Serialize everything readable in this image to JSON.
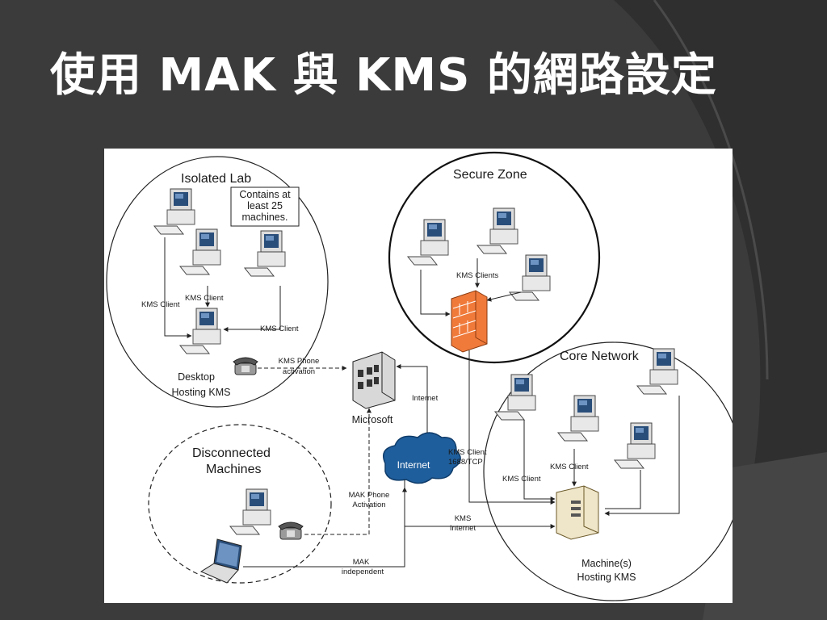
{
  "slide": {
    "title": "使用 MAK 與 KMS 的網路設定"
  },
  "diagram": {
    "zones": {
      "isolated_lab": "Isolated Lab",
      "secure_zone": "Secure Zone",
      "core_network": "Core Network",
      "disconnected_line1": "Disconnected",
      "disconnected_line2": "Machines"
    },
    "note": {
      "line1": "Contains at",
      "line2": "least 25",
      "line3": "machines."
    },
    "labels": {
      "kms_client_left": "KMS Client",
      "kms_client_mid": "KMS Client",
      "kms_client_right": "KMS Client",
      "desktop_line1": "Desktop",
      "desktop_line2": "Hosting KMS",
      "kms_phone_line1": "KMS Phone",
      "kms_phone_line2": "activation",
      "microsoft": "Microsoft",
      "internet_top": "Internet",
      "internet_cloud": "Internet",
      "kms_clients_secure": "KMS Clients",
      "kms_client_1688_line1": "KMS Client",
      "kms_client_1688_line2": "1688/TCP",
      "kms_client_core_mid": "KMS Client",
      "kms_client_core_left": "KMS Client",
      "mak_phone_line1": "MAK Phone",
      "mak_phone_line2": "Activation",
      "kms_internet_line1": "KMS",
      "kms_internet_line2": "Internet",
      "mak_independent_line1": "MAK",
      "mak_independent_line2": "independent",
      "machines_line1": "Machine(s)",
      "machines_line2": "Hosting KMS"
    },
    "colors": {
      "firewall": "#f07a3a",
      "cloud": "#1f5e9c",
      "slide_bg": "#3b3b3b",
      "panel_bg": "#ffffff"
    }
  }
}
